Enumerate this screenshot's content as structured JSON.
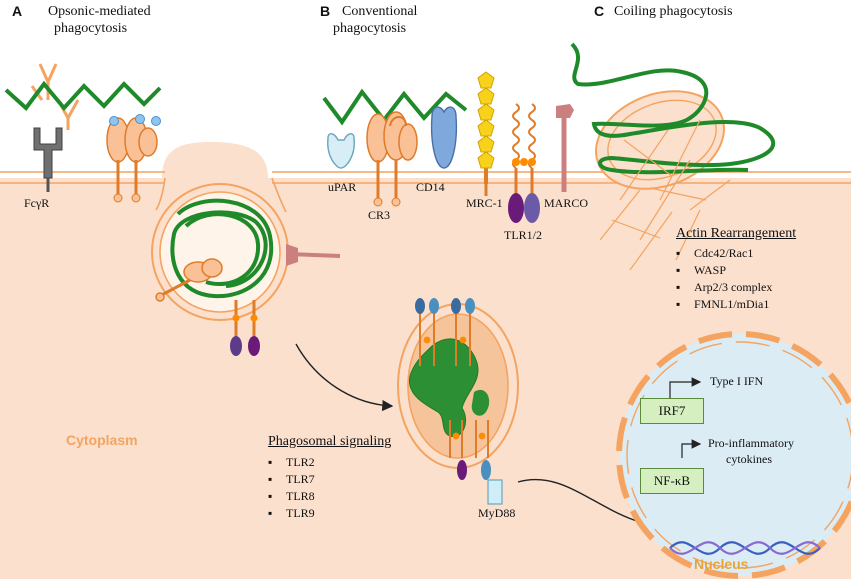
{
  "panels": {
    "a": {
      "letter": "A",
      "title_line1": "Opsonic-mediated",
      "title_line2": "phagocytosis"
    },
    "b": {
      "letter": "B",
      "title_line1": "Conventional",
      "title_line2": "phagocytosis"
    },
    "c": {
      "letter": "C",
      "title_line1": "Coiling phagocytosis"
    }
  },
  "receptors": {
    "fcgr": "FcγR",
    "upar": "uPAR",
    "cr3": "CR3",
    "cd14": "CD14",
    "mrc1": "MRC-1",
    "tlr12": "TLR1/2",
    "marco": "MARCO"
  },
  "actin": {
    "title": "Actin Rearrangement",
    "items": [
      "Cdc42/Rac1",
      "WASP",
      "Arp2/3 complex",
      "FMNL1/mDia1"
    ]
  },
  "cytoplasm_label": "Cytoplasm",
  "phagosomal": {
    "title": "Phagosomal signaling",
    "items": [
      "TLR2",
      "TLR7",
      "TLR8",
      "TLR9"
    ]
  },
  "myd88": "MyD88",
  "nucleus": {
    "label": "Nucleus",
    "irf7": "IRF7",
    "nfkb": "NF-κB",
    "type1_ifn": "Type I IFN",
    "proinflammatory_line1": "Pro-inflammatory",
    "proinflammatory_line2": "cytokines"
  },
  "colors": {
    "cytoplasm": "#fbe0cd",
    "membrane": "#f4a460",
    "bacteria": "#1f8a2a",
    "nucleus": "#dbecf4",
    "box_fill": "#d6efc0"
  }
}
